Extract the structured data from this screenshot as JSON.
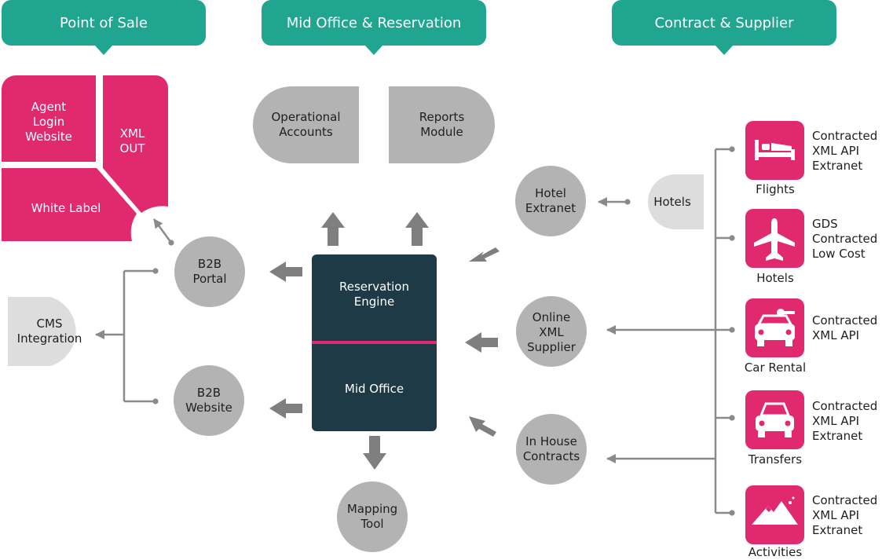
{
  "colors": {
    "teal": "#1fa590",
    "magenta": "#e0296f",
    "dark_navy": "#1e3a46",
    "gray_circle": "#b3b3b3",
    "light_gray": "#dddddd",
    "arrow_gray": "#808080"
  },
  "headers": {
    "point_of_sale": "Point of Sale",
    "mid_office": "Mid Office & Reservation",
    "contract_supplier": "Contract & Supplier"
  },
  "pos_tiles": {
    "agent_login": "Agent\nLogin\nWebsite",
    "xml_out": "XML\nOUT",
    "white_label": "White Label"
  },
  "mid_nodes": {
    "operational_accounts": "Operational\nAccounts",
    "reports_module": "Reports\nModule",
    "reservation_engine": "Reservation\nEngine",
    "mid_office": "Mid Office",
    "mapping_tool": "Mapping\nTool"
  },
  "left_nodes": {
    "b2b_portal": "B2B\nPortal",
    "b2b_website": "B2B\nWebsite",
    "cms_integration": "CMS\nIntegration"
  },
  "right_nodes": {
    "hotel_extranet": "Hotel\nExtranet",
    "hotels_tab": "Hotels",
    "online_xml_supplier": "Online\nXML\nSupplier",
    "in_house_contracts": "In House\nContracts"
  },
  "suppliers": [
    {
      "icon": "bed-icon",
      "caption": "Flights",
      "desc": "Contracted\nXML API\nExtranet"
    },
    {
      "icon": "airplane-icon",
      "caption": "Hotels",
      "desc": "GDS\nContracted\nLow Cost"
    },
    {
      "icon": "car-key-icon",
      "caption": "Car Rental",
      "desc": "Contracted\nXML API"
    },
    {
      "icon": "car-icon",
      "caption": "Transfers",
      "desc": "Contracted\nXML API\nExtranet"
    },
    {
      "icon": "mountain-icon",
      "caption": "Activities",
      "desc": "Contracted\nXML API\nExtranet"
    }
  ]
}
